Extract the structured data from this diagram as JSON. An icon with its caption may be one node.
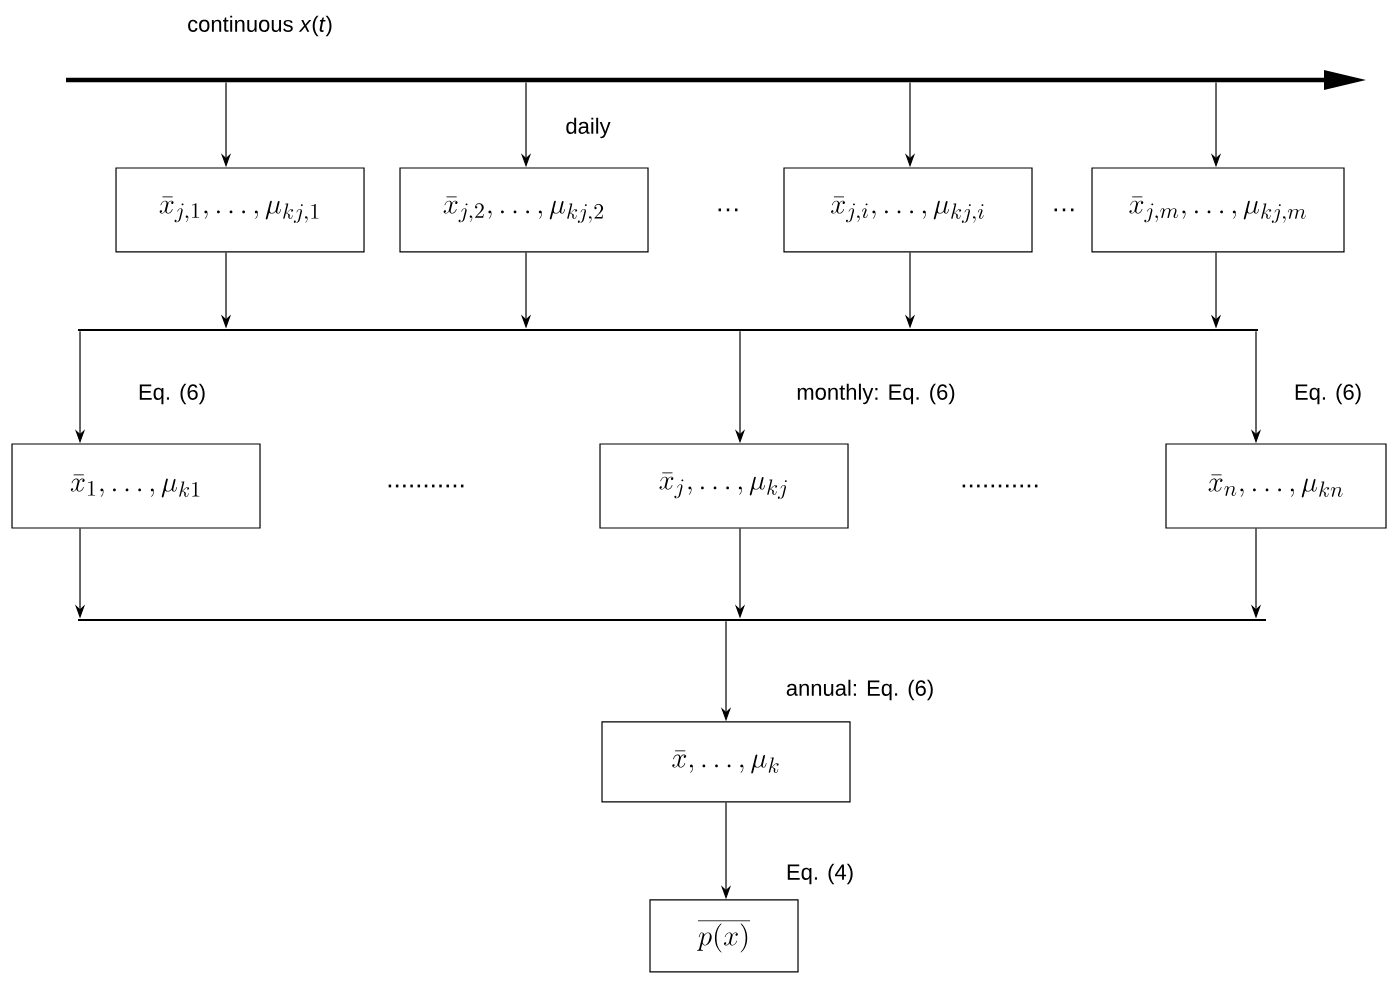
{
  "diagram": {
    "nodes": [
      {
        "text": [
          "continuous *x*(*t*)"
        ]
      },
      {
        "text": [
          "\\bar{x}_{j,1},\\ldots,\\mu_{kj,1}"
        ]
      },
      {
        "text": [
          "\\bar{x}_{j,2},\\ldots,\\mu_{kj,2}"
        ]
      },
      {
        "text": [
          "\\bar{x}_{j,i},\\ldots,\\mu_{kj,i}"
        ]
      },
      {
        "text": [
          "\\bar{x}_{j,m},\\ldots,\\mu_{kj,m}"
        ]
      },
      {
        "text": [],
        "shape": "bar"
      },
      {
        "text": [
          "\\bar{x}_{1},\\ldots,\\mu_{k1}"
        ]
      },
      {
        "text": [
          "\\bar{x}_{j},\\ldots,\\mu_{kj}"
        ]
      },
      {
        "text": [
          "\\bar{x}_{n},\\ldots,\\mu_{kn}"
        ]
      },
      {
        "text": [],
        "shape": "bar"
      },
      {
        "text": [
          "\\bar{x},\\ldots,\\mu_{k}"
        ]
      },
      {
        "text": [
          "\\overline{p(x)}"
        ]
      }
    ],
    "edges": [
      {
        "from": 0,
        "to": 1,
        "arrow": "to"
      },
      {
        "from": 0,
        "to": 2,
        "arrow": "to",
        "label": "daily"
      },
      {
        "from": 0,
        "to": 3,
        "arrow": "to"
      },
      {
        "from": 0,
        "to": 4,
        "arrow": "to"
      },
      {
        "from": 1,
        "to": 5,
        "arrow": "to"
      },
      {
        "from": 2,
        "to": 5,
        "arrow": "to"
      },
      {
        "from": 3,
        "to": 5,
        "arrow": "to"
      },
      {
        "from": 4,
        "to": 5,
        "arrow": "to"
      },
      {
        "from": 5,
        "to": 6,
        "arrow": "to",
        "label": "Eq. (6)"
      },
      {
        "from": 5,
        "to": 7,
        "arrow": "to",
        "label": "monthly: Eq. (6)"
      },
      {
        "from": 5,
        "to": 8,
        "arrow": "to",
        "label": "Eq. (6)"
      },
      {
        "from": 6,
        "to": 9,
        "arrow": "to"
      },
      {
        "from": 7,
        "to": 9,
        "arrow": "to"
      },
      {
        "from": 8,
        "to": 9,
        "arrow": "to"
      },
      {
        "from": 9,
        "to": 10,
        "arrow": "to",
        "label": "annual: Eq. (6)"
      },
      {
        "from": 10,
        "to": 11,
        "arrow": "to",
        "label": "Eq. (4)"
      }
    ],
    "labels": [
      "…",
      "…",
      "...........",
      "..........."
    ]
  }
}
